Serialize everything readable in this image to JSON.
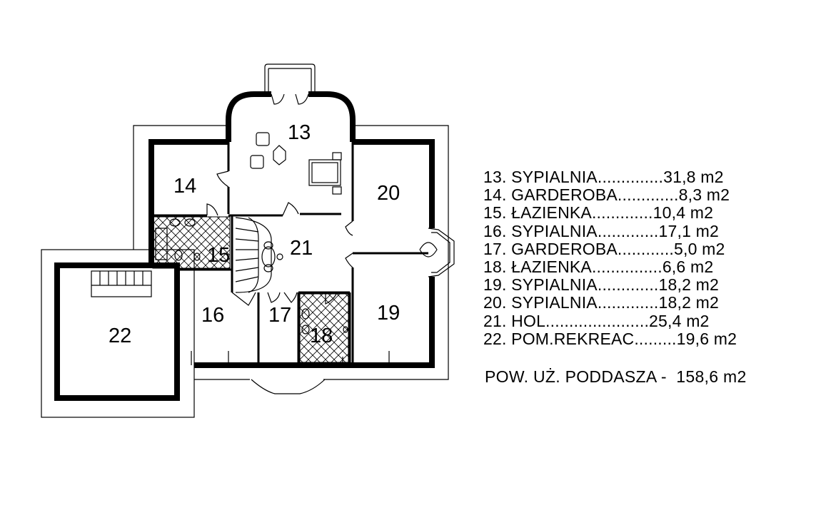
{
  "rooms": {
    "r13": "13",
    "r14": "14",
    "r15": "15",
    "r16": "16",
    "r17": "17",
    "r18": "18",
    "r19": "19",
    "r20": "20",
    "r21": "21",
    "r22": "22"
  },
  "legend": [
    "13. SYPIALNIA..............31,8 m2",
    "14. GARDEROBA.............8,3 m2",
    "15. ŁAZIENKA.............10,4 m2",
    "16. SYPIALNIA.............17,1 m2",
    "17. GARDEROBA............5,0 m2",
    "18. ŁAZIENKA...............6,6 m2",
    "19. SYPIALNIA.............18,2 m2",
    "20. SYPIALNIA.............18,2 m2",
    "21. HOL......................25,4 m2",
    "22. POM.REKREAC.........19,6 m2"
  ],
  "total": "POW. UŻ. PODDASZA -  158,6 m2"
}
